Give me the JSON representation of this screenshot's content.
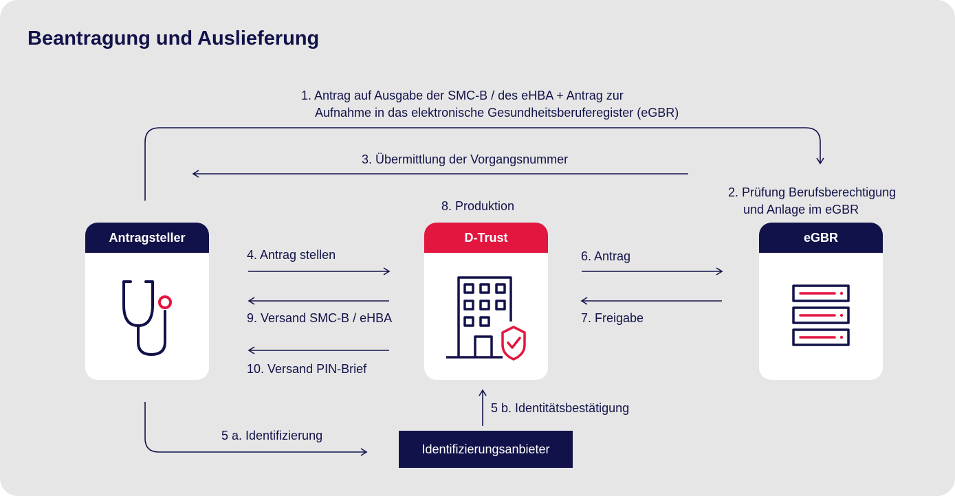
{
  "title": "Beantragung und Auslieferung",
  "steps": {
    "s1_line1": "1. Antrag auf Ausgabe der SMC-B / des eHBA + Antrag zur",
    "s1_line2": "Aufnahme in das elektronische Gesundheitsberuferegister (eGBR)",
    "s2_line1": "2. Prüfung Berufsberechtigung",
    "s2_line2": "und Anlage im eGBR",
    "s3": "3. Übermittlung der Vorgangsnummer",
    "s4": "4. Antrag stellen",
    "s5a": "5 a. Identifizierung",
    "s5b": "5 b. Identitätsbestätigung",
    "s6": "6. Antrag",
    "s7": "7. Freigabe",
    "s8": "8. Produktion",
    "s9": "9. Versand SMC-B / eHBA",
    "s10": "10. Versand PIN-Brief"
  },
  "nodes": {
    "antragsteller": {
      "label": "Antragsteller",
      "icon": "stethoscope-icon"
    },
    "dtrust": {
      "label": "D-Trust",
      "icon": "building-shield-icon"
    },
    "egbr": {
      "label": "eGBR",
      "icon": "server-icon"
    },
    "identifier": {
      "label": "Identifizierungsanbieter"
    }
  },
  "colors": {
    "navy": "#12124a",
    "red": "#e3163f",
    "background": "#e6e6e6",
    "card": "#ffffff"
  }
}
